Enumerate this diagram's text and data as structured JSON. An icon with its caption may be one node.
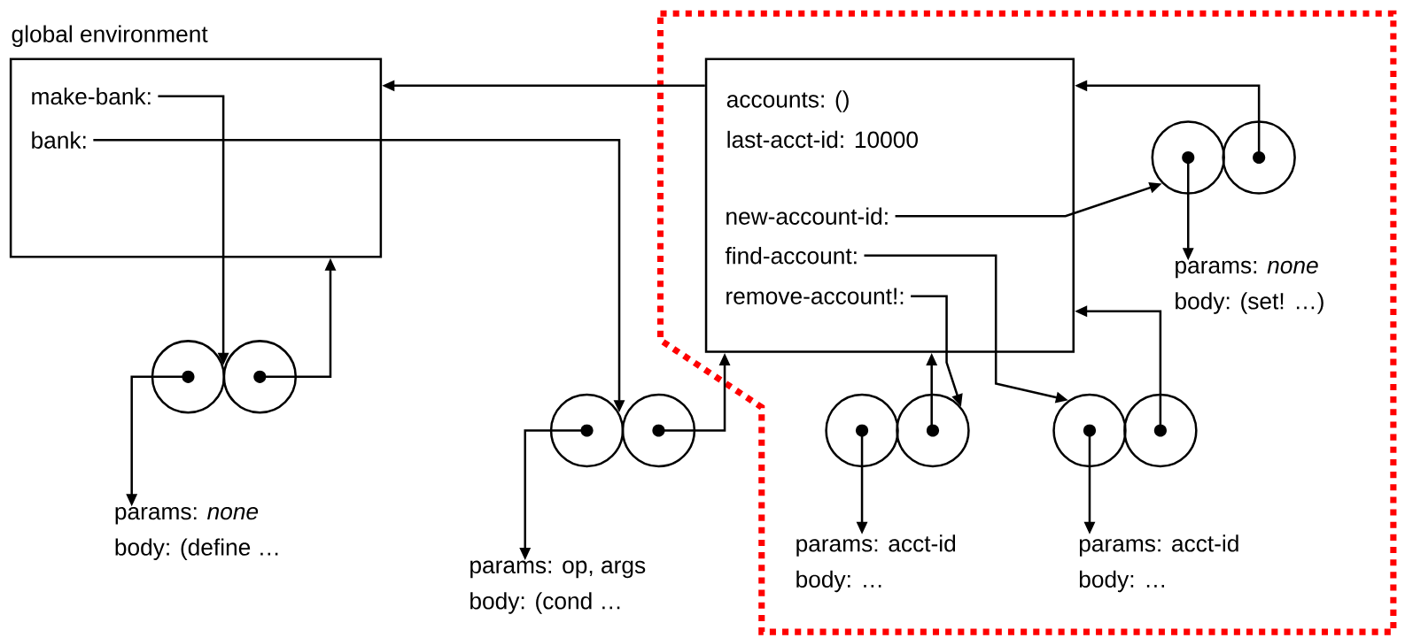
{
  "diagram": {
    "nodes": [
      {
        "text": [
          "global environment"
        ]
      },
      {
        "text": [
          "make-bank:"
        ],
        "in": 0
      },
      {
        "text": [
          "bank:"
        ],
        "in": 0
      },
      {
        "text": [
          "accounts:  ()",
          "last-acct-id:  10000"
        ]
      },
      {
        "text": [
          "new-account-id:"
        ],
        "in": 3
      },
      {
        "text": [
          "find-account:"
        ],
        "in": 3
      },
      {
        "text": [
          "remove-account!:"
        ],
        "in": 3
      },
      {
        "text": [],
        "shape": "circle"
      },
      {
        "text": [],
        "shape": "circle"
      },
      {
        "text": [
          "params:  *none*",
          "body:  (define …"
        ]
      },
      {
        "text": [],
        "shape": "circle"
      },
      {
        "text": [],
        "shape": "circle"
      },
      {
        "text": [
          "params:  op, args",
          "body:  (cond …"
        ]
      },
      {
        "text": [],
        "shape": "circle"
      },
      {
        "text": [],
        "shape": "circle"
      },
      {
        "text": [
          "params:  *none*",
          "body:  (set! …)"
        ]
      },
      {
        "text": [],
        "shape": "circle"
      },
      {
        "text": [],
        "shape": "circle"
      },
      {
        "text": [
          "params:  acct-id",
          "body:  …"
        ]
      },
      {
        "text": [],
        "shape": "circle"
      },
      {
        "text": [],
        "shape": "circle"
      },
      {
        "text": [
          "params:  acct-id",
          "body:  …"
        ]
      }
    ],
    "edges": [
      {
        "from": 1,
        "to": 7,
        "arrow": "to"
      },
      {
        "from": 8,
        "to": 0,
        "arrow": "to"
      },
      {
        "from": 7,
        "to": 9,
        "arrow": "to"
      },
      {
        "from": 2,
        "to": 10,
        "arrow": "to"
      },
      {
        "from": 11,
        "to": 3,
        "arrow": "to"
      },
      {
        "from": 10,
        "to": 12,
        "arrow": "to"
      },
      {
        "from": 3,
        "to": 0,
        "arrow": "to"
      },
      {
        "from": 4,
        "to": 13,
        "arrow": "to"
      },
      {
        "from": 14,
        "to": 3,
        "arrow": "to"
      },
      {
        "from": 13,
        "to": 15,
        "arrow": "to"
      },
      {
        "from": 5,
        "to": 19,
        "arrow": "to"
      },
      {
        "from": 20,
        "to": 3,
        "arrow": "to"
      },
      {
        "from": 19,
        "to": 21,
        "arrow": "to"
      },
      {
        "from": 6,
        "to": 17,
        "arrow": "to"
      },
      {
        "from": 17,
        "to": 3,
        "arrow": "to"
      },
      {
        "from": 16,
        "to": 18,
        "arrow": "to"
      }
    ]
  }
}
